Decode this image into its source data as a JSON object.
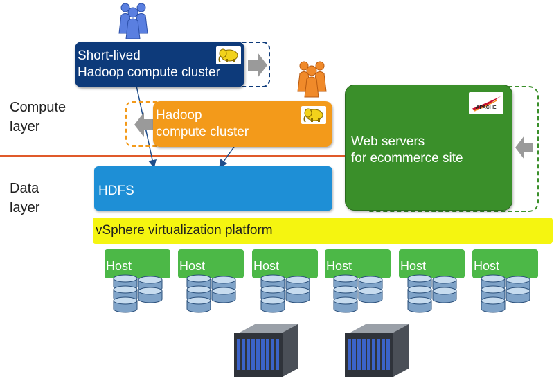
{
  "layers": {
    "compute_line1": "Compute",
    "compute_line2": "layer",
    "data_line1": "Data",
    "data_line2": "layer"
  },
  "clusters": {
    "short_lived_line1": "Short-lived",
    "short_lived_line2": "Hadoop compute cluster",
    "hadoop_line1": "Hadoop",
    "hadoop_line2": "compute cluster"
  },
  "storage": {
    "hdfs_label": "HDFS"
  },
  "web": {
    "line1": "Web servers",
    "line2": "for ecommerce site",
    "apache_logo_text": "APACHE"
  },
  "platform": {
    "label": "vSphere virtualization platform"
  },
  "hosts": [
    {
      "label": "Host"
    },
    {
      "label": "Host"
    },
    {
      "label": "Host"
    },
    {
      "label": "Host"
    },
    {
      "label": "Host"
    },
    {
      "label": "Host"
    }
  ],
  "colors": {
    "navy": "#0d3a7a",
    "orange": "#f39a1a",
    "blue": "#1e8fd6",
    "green": "#3a8f2a",
    "host_green": "#4cb847",
    "yellow": "#f5f510",
    "separator": "#e05a2a"
  }
}
